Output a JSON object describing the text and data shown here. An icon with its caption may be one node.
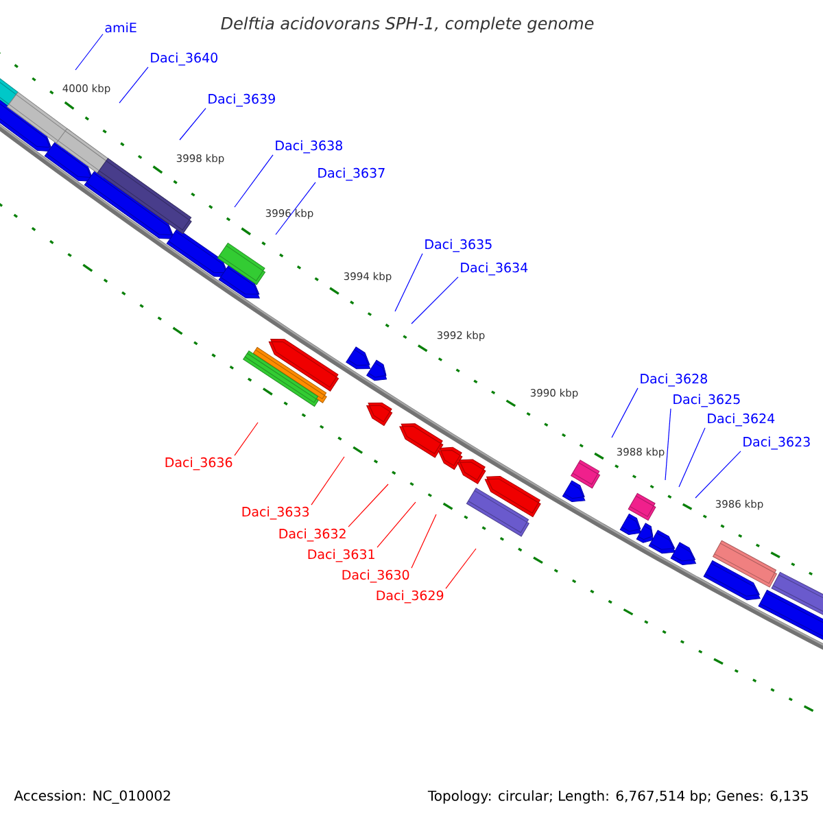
{
  "diagram": {
    "title": "Delftia acidovorans SPH-1, complete genome",
    "nodes": [
      {
        "text": [
          "amiE"
        ]
      },
      {
        "text": [
          "Daci_3640"
        ]
      },
      {
        "text": [
          "Daci_3639"
        ]
      },
      {
        "text": [
          "Daci_3638"
        ]
      },
      {
        "text": [
          "Daci_3637"
        ]
      },
      {
        "text": [
          "Daci_3635"
        ]
      },
      {
        "text": [
          "Daci_3634"
        ]
      },
      {
        "text": [
          "Daci_3628"
        ]
      },
      {
        "text": [
          "Daci_3625"
        ]
      },
      {
        "text": [
          "Daci_3624"
        ]
      },
      {
        "text": [
          "Daci_3623"
        ]
      },
      {
        "text": [
          "Daci_3636"
        ]
      },
      {
        "text": [
          "Daci_3633"
        ]
      },
      {
        "text": [
          "Daci_3632"
        ]
      },
      {
        "text": [
          "Daci_3631"
        ]
      },
      {
        "text": [
          "Daci_3630"
        ]
      },
      {
        "text": [
          "Daci_3629"
        ]
      }
    ],
    "edges": [
      {
        "from": 0,
        "to": null,
        "arrow": "none"
      },
      {
        "from": 1,
        "to": null,
        "arrow": "none"
      },
      {
        "from": 2,
        "to": null,
        "arrow": "none"
      },
      {
        "from": 3,
        "to": null,
        "arrow": "none"
      },
      {
        "from": 4,
        "to": null,
        "arrow": "none"
      },
      {
        "from": 5,
        "to": null,
        "arrow": "none"
      },
      {
        "from": 6,
        "to": null,
        "arrow": "none"
      },
      {
        "from": 7,
        "to": null,
        "arrow": "none"
      },
      {
        "from": 8,
        "to": null,
        "arrow": "none"
      },
      {
        "from": 9,
        "to": null,
        "arrow": "none"
      },
      {
        "from": 10,
        "to": null,
        "arrow": "none"
      },
      {
        "from": 11,
        "to": null,
        "arrow": "none",
        "color": "#ff0000"
      },
      {
        "from": 12,
        "to": null,
        "arrow": "none",
        "color": "#ff0000"
      },
      {
        "from": 13,
        "to": null,
        "arrow": "none",
        "color": "#ff0000"
      },
      {
        "from": 14,
        "to": null,
        "arrow": "none",
        "color": "#ff0000"
      },
      {
        "from": 15,
        "to": null,
        "arrow": "none",
        "color": "#ff0000"
      },
      {
        "from": 16,
        "to": null,
        "arrow": "none",
        "color": "#ff0000"
      }
    ],
    "labels": [
      "4000 kbp",
      "3998 kbp",
      "3996 kbp",
      "3994 kbp",
      "3992 kbp",
      "3990 kbp",
      "3988 kbp",
      "3986 kbp",
      "Accession: NC_010002",
      "Topology: circular; Length: 6,767,514 bp; Genes: 6,135"
    ]
  }
}
